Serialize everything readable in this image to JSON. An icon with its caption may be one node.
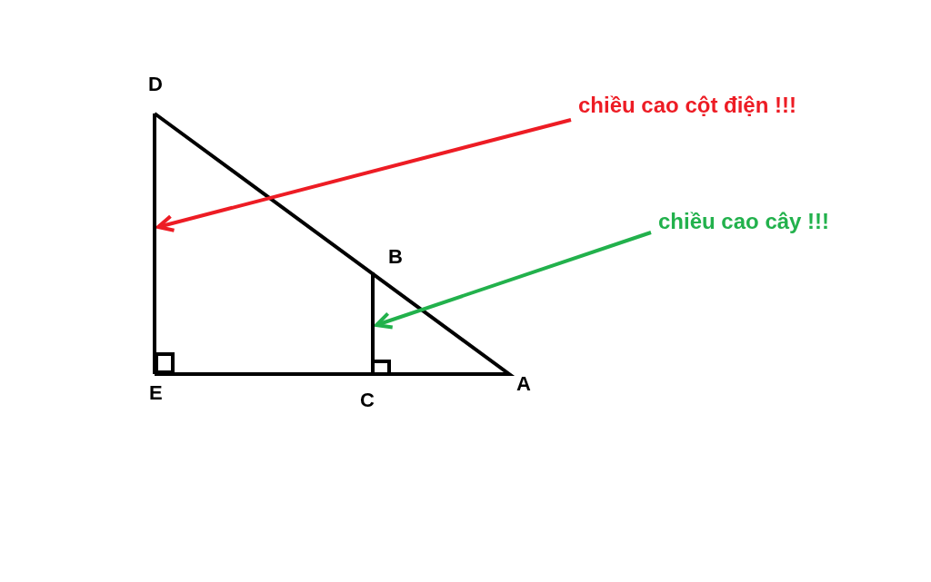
{
  "diagram": {
    "nodes": [
      {
        "text": [
          "chiều cao cột điện !!!"
        ]
      },
      {
        "text": [],
        "shape": "line"
      },
      {
        "text": [
          "chiều cao cây !!!"
        ]
      },
      {
        "text": [],
        "shape": "line"
      }
    ],
    "edges": [
      {
        "from": 0,
        "to": 1,
        "arrow": "to",
        "color": "#ed1c24"
      },
      {
        "from": 2,
        "to": 3,
        "arrow": "to",
        "color": "#22b14c"
      }
    ],
    "labels": [
      "D",
      "B",
      "A",
      "E",
      "C"
    ]
  }
}
